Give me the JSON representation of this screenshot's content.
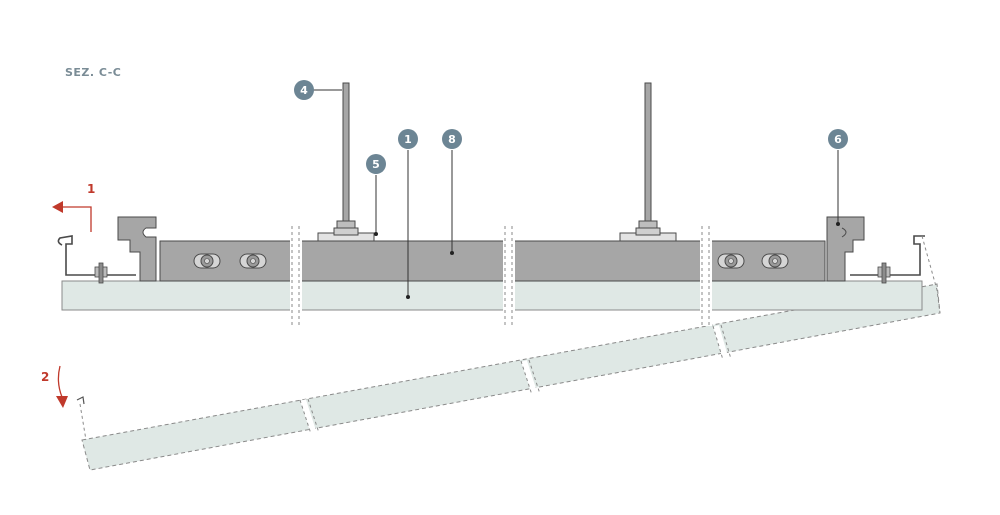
{
  "section_title": "SEZ. C-C",
  "callouts": {
    "c4": "4",
    "c5": "5",
    "c1": "1",
    "c8": "8",
    "c6": "6"
  },
  "arrows": {
    "a1": "1",
    "a2": "2"
  },
  "colors": {
    "panel_fill": "#dfe8e5",
    "profile_fill": "#a6a6a6",
    "stroke": "#4a4a4a",
    "callout_fill": "#6c8594",
    "arrow_red": "#c0392b"
  }
}
